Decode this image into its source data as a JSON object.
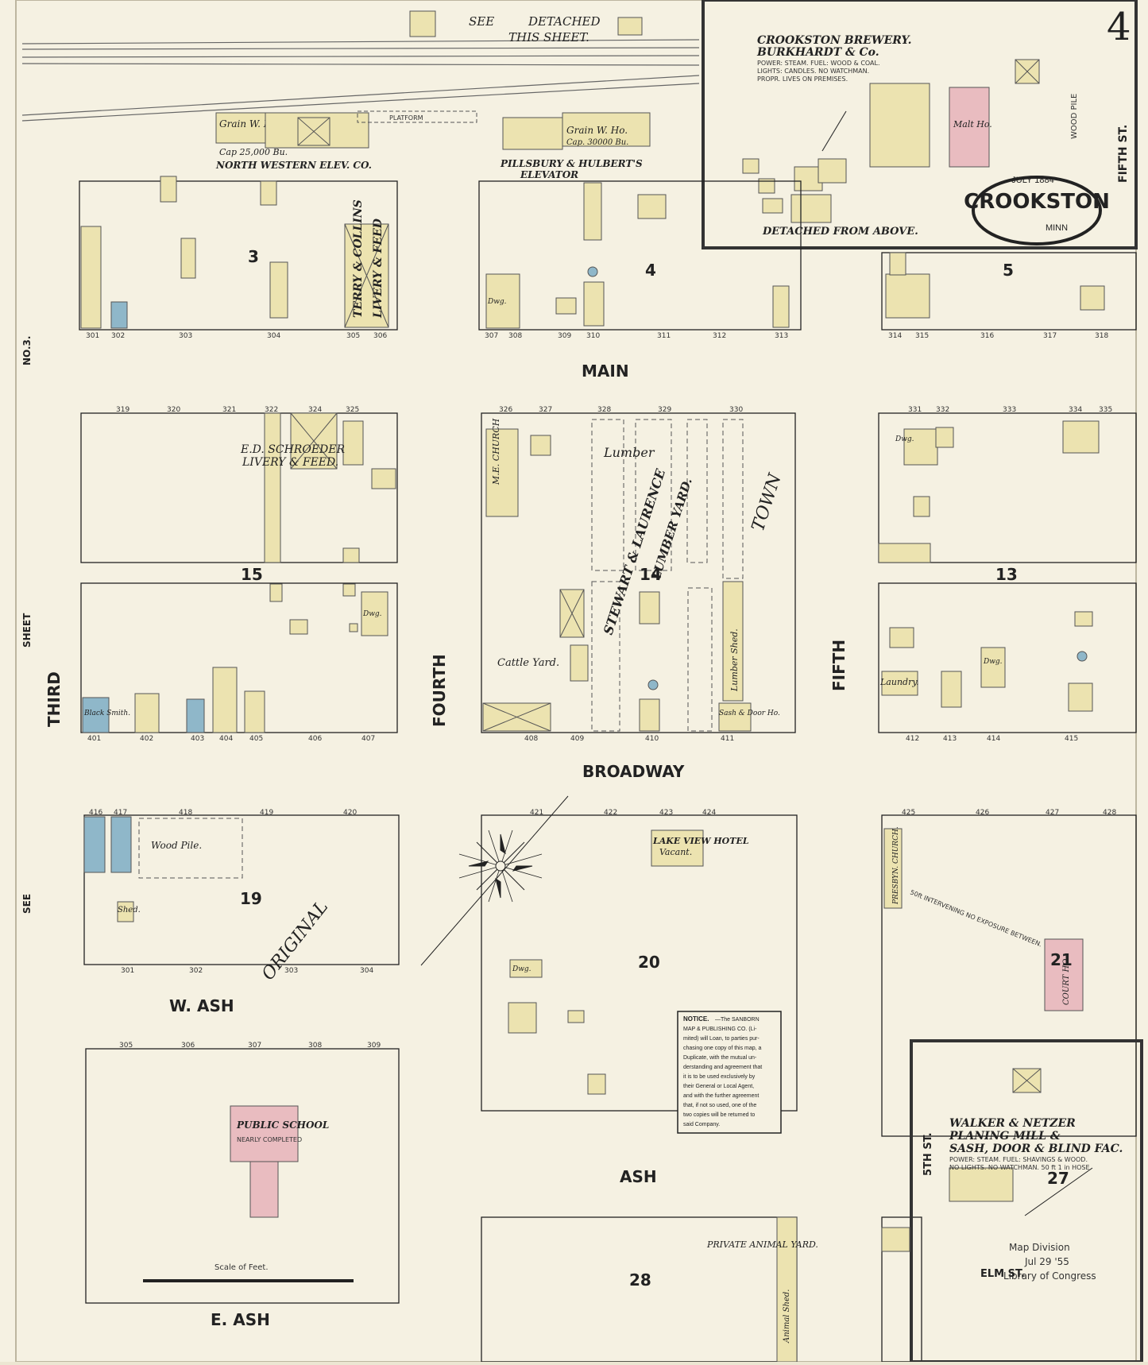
{
  "sheet": {
    "number": "4",
    "see_detached": [
      "SEE",
      "DETACHED",
      "THIS SHEET."
    ],
    "seal_lines": [
      "CROOKSTON",
      "MINN"
    ],
    "date": "JULY 1884",
    "side_labels": [
      "NO.3.",
      "SHEET",
      "SEE"
    ]
  },
  "streets": {
    "main": "MAIN",
    "broadway": "BROADWAY",
    "ash": "ASH",
    "w_ash": "W. ASH",
    "e_ash": "E. ASH",
    "third": "THIRD",
    "fourth": "FOURTH",
    "fifth": "FIFTH",
    "fifth_st": "FIFTH ST.",
    "fifth_st_short": "5TH ST.",
    "elm_st": "ELM ST."
  },
  "blocks": [
    "3",
    "4",
    "5",
    "15",
    "14",
    "13",
    "19",
    "20",
    "21",
    "28",
    "27"
  ],
  "labels": {
    "north_western": "NORTH WESTERN ELEV. CO.",
    "grain_w_ho": "Grain W. Ho.",
    "cap_25000": "Cap 25,000 Bu.",
    "cap_30000": "Cap. 30000 Bu.",
    "platform": "PLATFORM",
    "pillsbury": "PILLSBURY & HULBERT'S",
    "elevator": "ELEVATOR",
    "brewery_1": "CROOKSTON BREWERY.",
    "brewery_2": "BURKHARDT & Co.",
    "brewery_note": [
      "POWER: STEAM. FUEL: WOOD & COAL.",
      "LIGHTS: CANDLES. NO WATCHMAN.",
      "PROPR. LIVES ON PREMISES."
    ],
    "malt_ho": "Malt Ho.",
    "detached_from_above": "DETACHED FROM ABOVE.",
    "wood_pile_top": "WOOD PILE",
    "terry_collins": "TERRY & COLLINS",
    "livery_feed": "LIVERY & FEED",
    "schroeder_1": "E.D. SCHROEDER",
    "schroeder_2": "LIVERY & FEED.",
    "me_church": "M.E. CHURCH",
    "stewart": "STEWART & LAURENCE",
    "lumber_yard": "LUMBER YARD.",
    "town": "TOWN",
    "cattle_yard": "Cattle Yard.",
    "lumber": "Lumber",
    "lumber_shed": "Lumber Shed.",
    "sash_door": "Sash & Door Ho.",
    "laundry": "Laundry.",
    "black_smith": "Black Smith.",
    "wood_pile": "Wood Pile.",
    "shed": "Shed.",
    "original": "ORIGINAL",
    "lake_view_1": "LAKE VIEW HOTEL",
    "lake_view_2": "Vacant.",
    "presbyn": "PRESBYN. CHURCH.",
    "intervening": "50ft INTERVENING NO EXPOSURE BETWEEN.",
    "court_ho": "COURT HO.",
    "public_school": "PUBLIC SCHOOL",
    "nearly_completed": "NEARLY COMPLETED",
    "walker_1": "WALKER & NETZER",
    "walker_2": "PLANING MILL &",
    "walker_3": "SASH, DOOR & BLIND FAC.",
    "walker_4": "POWER: STEAM. FUEL: SHAVINGS & WOOD.",
    "walker_5": "NO LIGHTS. NO WATCHMAN. 50 ft 1 in HOSE.",
    "private_yard": "PRIVATE ANIMAL YARD.",
    "animal_shed": "Animal Shed.",
    "dwg": "Dwg.",
    "scale": "Scale of Feet.",
    "library_1": "Map Division",
    "library_2": "Jul 29 '55",
    "library_3": "Library of Congress",
    "notice_head": "NOTICE.",
    "notice_text": [
      "—The SANBORN",
      "MAP & PUBLISHING CO. (Li-",
      "mited) will Loan, to parties pur-",
      "chasing one copy of this map, a",
      "Duplicate, with the mutual un-",
      "derstanding and agreement that",
      "it is to be used exclusively by",
      "their General or Local Agent,",
      "and with the further agreement",
      "that, if not so used, one of the",
      "two copies will be returned to",
      "said Company."
    ]
  },
  "lot_numbers": {
    "row1": [
      "301",
      "302",
      "303",
      "304",
      "305",
      "306",
      "307",
      "308",
      "309",
      "310",
      "311",
      "312",
      "313",
      "314",
      "315",
      "316",
      "317",
      "318"
    ],
    "row2": [
      "319",
      "320",
      "321",
      "322",
      "324",
      "325",
      "326",
      "327",
      "328",
      "329",
      "330",
      "331",
      "332",
      "333",
      "334",
      "335"
    ],
    "row3": [
      "401",
      "402",
      "403",
      "404",
      "405",
      "406",
      "407",
      "408",
      "409",
      "410",
      "411",
      "412",
      "413",
      "414",
      "415"
    ],
    "row4": [
      "416",
      "417",
      "418",
      "419",
      "420",
      "421",
      "422",
      "423",
      "424",
      "425",
      "426",
      "427",
      "428"
    ],
    "row5": [
      "301",
      "302",
      "303",
      "304"
    ],
    "row6": [
      "305",
      "306",
      "307",
      "308",
      "309"
    ]
  },
  "colors": {
    "paper": "#f5f1e2",
    "frame": "#bdb6a0",
    "building_yellow": "#ece3b0",
    "building_pink": "#e9bcc0",
    "building_blue": "#8fb7c9",
    "ink": "#2a2a2a"
  }
}
